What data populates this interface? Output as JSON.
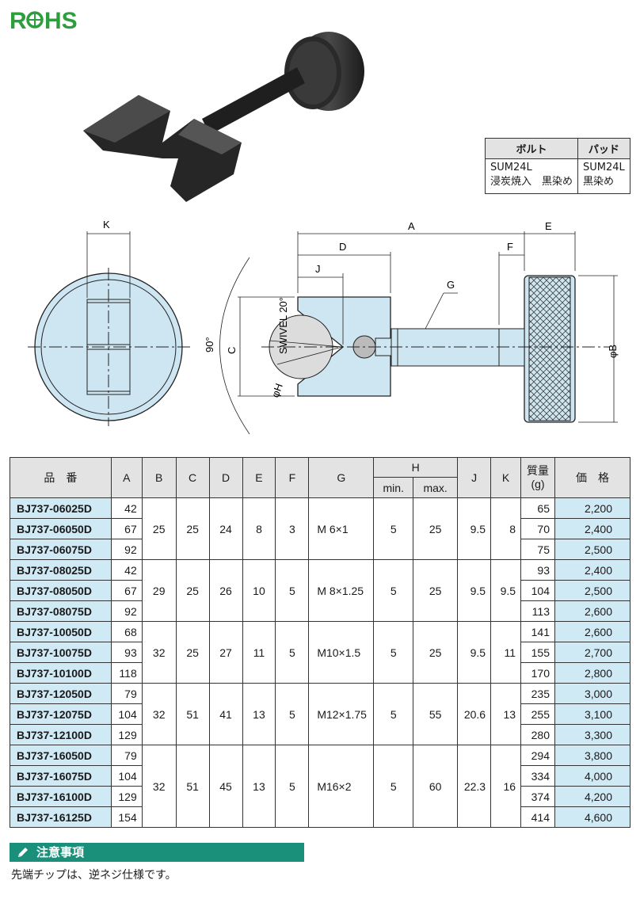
{
  "logo": {
    "text": "RoHS"
  },
  "materials": {
    "headers": [
      "ボルト",
      "パッド"
    ],
    "bolt": [
      "SUM24L",
      "浸炭焼入　黒染め"
    ],
    "pad": [
      "SUM24L",
      "黒染め"
    ]
  },
  "drawing": {
    "labels": {
      "K": "K",
      "A": "A",
      "D": "D",
      "J": "J",
      "E": "E",
      "F": "F",
      "G": "G",
      "B": "φB",
      "C": "C",
      "H": "φH",
      "angle": "90°",
      "swivel": "SWIVEL 20°"
    }
  },
  "table": {
    "headers": {
      "pn": "品　番",
      "A": "A",
      "B": "B",
      "C": "C",
      "D": "D",
      "E": "E",
      "F": "F",
      "G": "G",
      "H": "H",
      "Hmin": "min.",
      "Hmax": "max.",
      "J": "J",
      "K": "K",
      "mass": "質量\n(g)",
      "price": "価　格"
    },
    "groups": [
      {
        "B": "25",
        "C": "25",
        "D": "24",
        "E": "8",
        "F": "3",
        "G": "M 6×1",
        "Hmin": "5",
        "Hmax": "25",
        "J": "9.5",
        "K": "8",
        "rows": [
          {
            "pn": "BJ737-06025D",
            "A": "42",
            "mass": "65",
            "price": "2,200"
          },
          {
            "pn": "BJ737-06050D",
            "A": "67",
            "mass": "70",
            "price": "2,400"
          },
          {
            "pn": "BJ737-06075D",
            "A": "92",
            "mass": "75",
            "price": "2,500"
          }
        ]
      },
      {
        "B": "29",
        "C": "25",
        "D": "26",
        "E": "10",
        "F": "5",
        "G": "M 8×1.25",
        "Hmin": "5",
        "Hmax": "25",
        "J": "9.5",
        "K": "9.5",
        "rows": [
          {
            "pn": "BJ737-08025D",
            "A": "42",
            "mass": "93",
            "price": "2,400"
          },
          {
            "pn": "BJ737-08050D",
            "A": "67",
            "mass": "104",
            "price": "2,500"
          },
          {
            "pn": "BJ737-08075D",
            "A": "92",
            "mass": "113",
            "price": "2,600"
          }
        ]
      },
      {
        "B": "32",
        "C": "25",
        "D": "27",
        "E": "11",
        "F": "5",
        "G": "M10×1.5",
        "Hmin": "5",
        "Hmax": "25",
        "J": "9.5",
        "K": "11",
        "rows": [
          {
            "pn": "BJ737-10050D",
            "A": "68",
            "mass": "141",
            "price": "2,600"
          },
          {
            "pn": "BJ737-10075D",
            "A": "93",
            "mass": "155",
            "price": "2,700"
          },
          {
            "pn": "BJ737-10100D",
            "A": "118",
            "mass": "170",
            "price": "2,800"
          }
        ]
      },
      {
        "B": "32",
        "C": "51",
        "D": "41",
        "E": "13",
        "F": "5",
        "G": "M12×1.75",
        "Hmin": "5",
        "Hmax": "55",
        "J": "20.6",
        "K": "13",
        "rows": [
          {
            "pn": "BJ737-12050D",
            "A": "79",
            "mass": "235",
            "price": "3,000"
          },
          {
            "pn": "BJ737-12075D",
            "A": "104",
            "mass": "255",
            "price": "3,100"
          },
          {
            "pn": "BJ737-12100D",
            "A": "129",
            "mass": "280",
            "price": "3,300"
          }
        ]
      },
      {
        "B": "32",
        "C": "51",
        "D": "45",
        "E": "13",
        "F": "5",
        "G": "M16×2",
        "Hmin": "5",
        "Hmax": "60",
        "J": "22.3",
        "K": "16",
        "rows": [
          {
            "pn": "BJ737-16050D",
            "A": "79",
            "mass": "294",
            "price": "3,800"
          },
          {
            "pn": "BJ737-16075D",
            "A": "104",
            "mass": "334",
            "price": "4,000"
          },
          {
            "pn": "BJ737-16100D",
            "A": "129",
            "mass": "374",
            "price": "4,200"
          },
          {
            "pn": "BJ737-16125D",
            "A": "154",
            "mass": "414",
            "price": "4,600"
          }
        ]
      }
    ]
  },
  "note": {
    "title": "注意事項",
    "text": "先端チップは、逆ネジ仕様です。"
  },
  "colors": {
    "accent": "#1a8f7a",
    "highlight": "#cfe9f5",
    "logo": "#2e9d3e",
    "part": "#cde6f2"
  }
}
